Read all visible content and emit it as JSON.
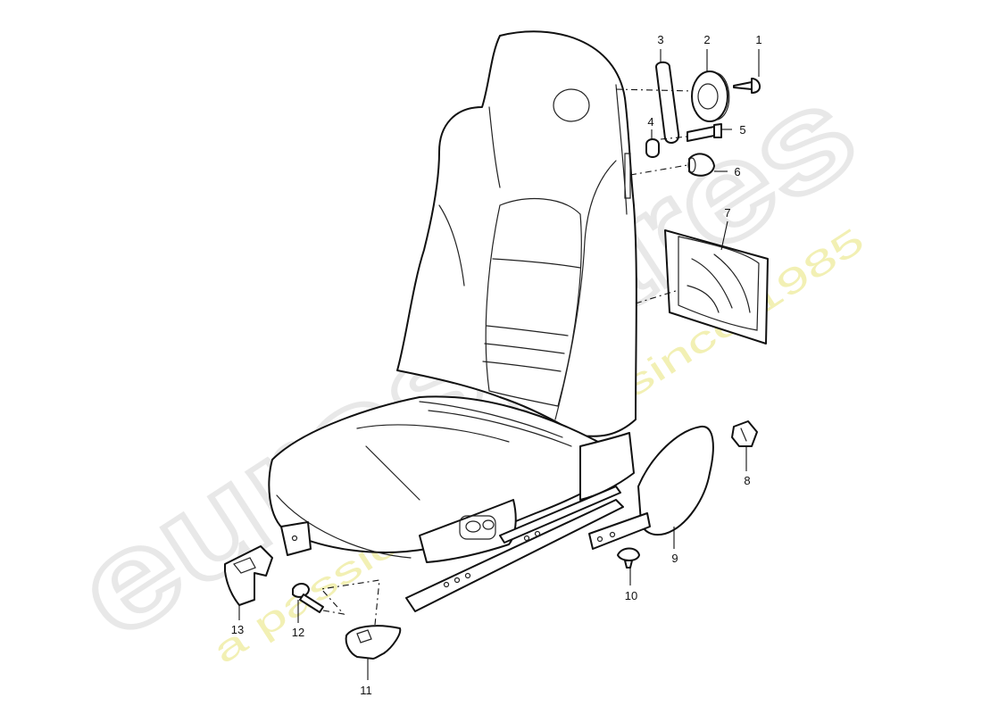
{
  "watermark": {
    "brand": "eurospares",
    "tagline": "a passion for parts since 1985"
  },
  "callouts": [
    "1",
    "2",
    "3",
    "4",
    "5",
    "6",
    "7",
    "8",
    "9",
    "10",
    "11",
    "12",
    "13"
  ],
  "colors": {
    "line": "#111111",
    "watermark_brand": "#e8e8e8",
    "watermark_tagline": "#f2f0b4"
  }
}
